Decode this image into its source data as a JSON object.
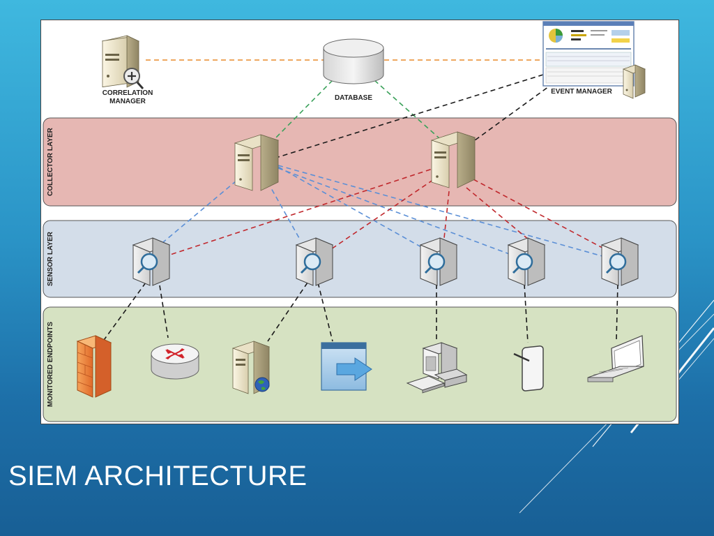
{
  "slide": {
    "title": "SIEM ARCHITECTURE"
  },
  "diagram": {
    "layers": {
      "collector": "COLLECTOR LAYER",
      "sensor": "SENSOR LAYER",
      "endpoints": "MONITORED ENDPOINTS"
    },
    "nodes": {
      "correlation_manager_line1": "CORRELATION",
      "correlation_manager_line2": "MANAGER",
      "database": "DATABASE",
      "event_manager": "EVENT MANAGER"
    },
    "colors": {
      "orange_link": "#e88a2a",
      "green_link": "#3aa15a",
      "black_link": "#1a1a1a",
      "red_link": "#c0282d",
      "blue_link": "#5b8fd6",
      "collector_band": "#e6b7b3",
      "sensor_band": "#d3dde9",
      "endpoints_band": "#d6e2c2"
    },
    "icons": [
      "server-icon",
      "magnifier-icon",
      "database-icon",
      "dashboard-screen-icon",
      "sensor-icon",
      "firewall-icon",
      "router-icon",
      "web-server-icon",
      "application-icon",
      "desktop-computer-icon",
      "tablet-icon",
      "laptop-icon"
    ]
  }
}
